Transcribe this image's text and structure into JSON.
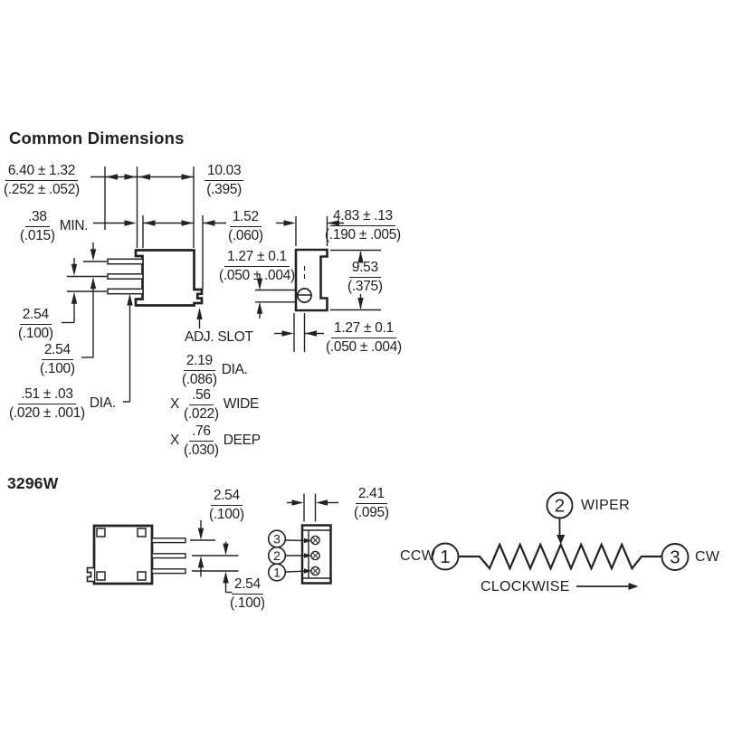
{
  "colors": {
    "ink": "#1e1e1e",
    "bg": "#ffffff"
  },
  "section1": {
    "title": "Common Dimensions"
  },
  "section2": {
    "title": "3296W"
  },
  "dims": {
    "pin_length": {
      "num": "6.40 ± 1.32",
      "den": "(.252 ± .052)"
    },
    "body_width": {
      "num": "10.03",
      "den": "(.395)"
    },
    "standoff_min": {
      "num": ".38",
      "den": "(.015)",
      "suffix": "MIN."
    },
    "boss_width": {
      "num": "1.52",
      "den": "(.060)"
    },
    "body_depth": {
      "num": "4.83 ± .13",
      "den": "(.190 ± .005)"
    },
    "slot_offset": {
      "num": "1.27 ± 0.1",
      "den": "(.050 ± .004)"
    },
    "body_height": {
      "num": "9.53",
      "den": "(.375)"
    },
    "slot_width": {
      "num": "1.27 ± 0.1",
      "den": "(.050 ± .004)"
    },
    "pin_pitch_a": {
      "num": "2.54",
      "den": "(.100)"
    },
    "pin_pitch_b": {
      "num": "2.54",
      "den": "(.100)"
    },
    "pin_dia": {
      "num": ".51 ± .03",
      "den": "(.020 ± .001)",
      "suffix": "DIA."
    },
    "adj_slot_label": "ADJ. SLOT",
    "adj_dia": {
      "num": "2.19",
      "den": "(.086)",
      "suffix": "DIA."
    },
    "adj_wide": {
      "prefix": "X",
      "num": ".56",
      "den": "(.022)",
      "suffix": "WIDE"
    },
    "adj_deep": {
      "prefix": "X",
      "num": ".76",
      "den": "(.030)",
      "suffix": "DEEP"
    },
    "w_pitch_top": {
      "num": "2.54",
      "den": "(.100)"
    },
    "w_pin_offset": {
      "num": "2.41",
      "den": "(.095)"
    },
    "w_pitch_bottom": {
      "num": "2.54",
      "den": "(.100)"
    }
  },
  "terminals": {
    "t1": "1",
    "t2": "2",
    "t3": "3"
  },
  "schematic": {
    "ccw": "CCW",
    "cw": "CW",
    "wiper": "WIPER",
    "rotation": "CLOCKWISE",
    "t1": "1",
    "t2": "2",
    "t3": "3"
  }
}
